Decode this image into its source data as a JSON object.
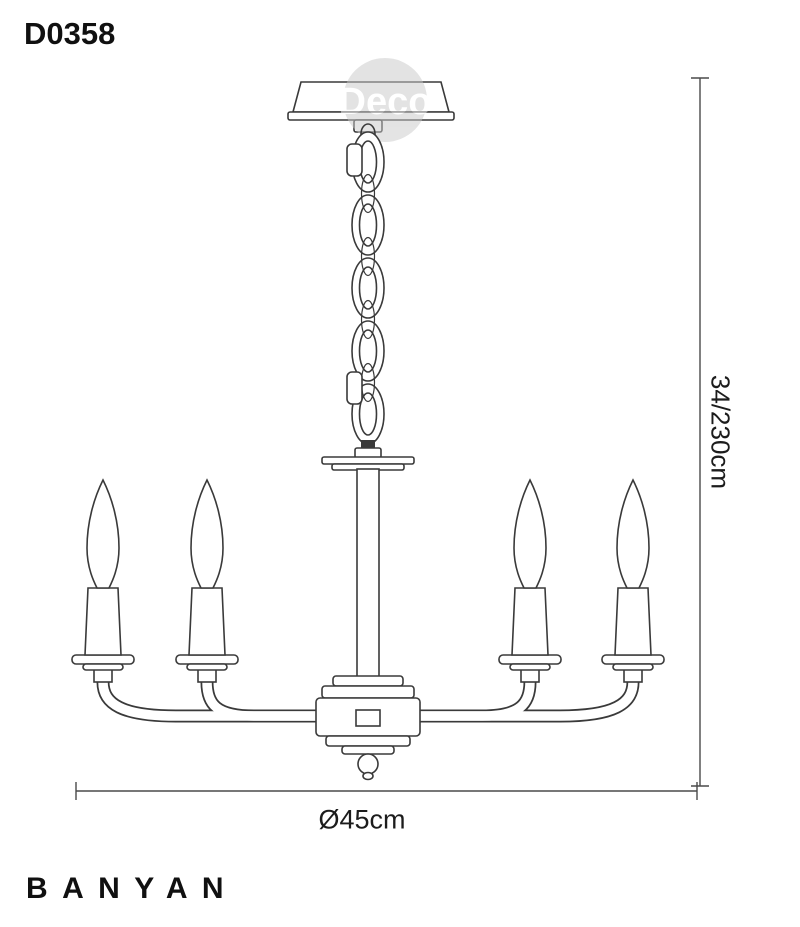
{
  "header": {
    "product_code": "D0358"
  },
  "footer": {
    "product_name": "BANYAN"
  },
  "watermark": {
    "text": "Deco"
  },
  "dimensions": {
    "height_label": "34/230cm",
    "diameter_label": "Ø45cm"
  },
  "colors": {
    "line": "#3a3a3a",
    "dimension_line": "#4a4a4a",
    "text": "#101010",
    "watermark": "#c9c9c9",
    "background": "#ffffff"
  }
}
